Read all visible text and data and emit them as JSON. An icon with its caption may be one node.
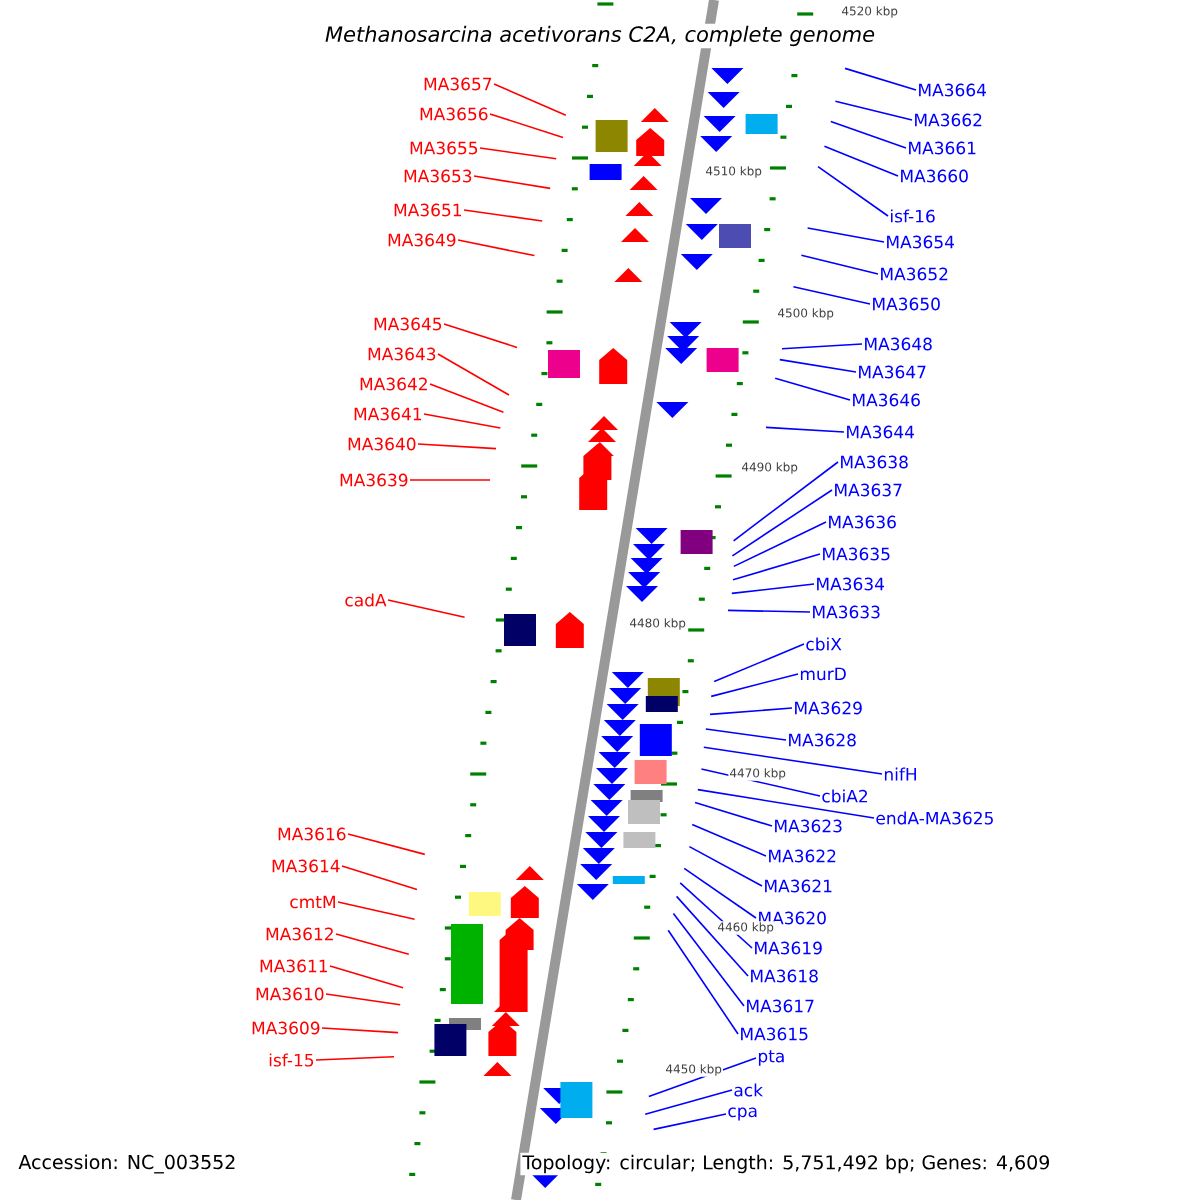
{
  "diagram": {
    "title": "Methanosarcina acetivorans C2A, complete genome",
    "nodes": [
      {
        "text": [
          "MA3657"
        ]
      },
      {
        "text": [
          "MA3656"
        ]
      },
      {
        "text": [
          "MA3655"
        ]
      },
      {
        "text": [
          "MA3653"
        ]
      },
      {
        "text": [
          "MA3651"
        ]
      },
      {
        "text": [
          "MA3649"
        ]
      },
      {
        "text": [
          "MA3645"
        ]
      },
      {
        "text": [
          "MA3643"
        ]
      },
      {
        "text": [
          "MA3642"
        ]
      },
      {
        "text": [
          "MA3641"
        ]
      },
      {
        "text": [
          "MA3640"
        ]
      },
      {
        "text": [
          "MA3639"
        ]
      },
      {
        "text": [
          "cadA"
        ]
      },
      {
        "text": [
          "MA3616"
        ]
      },
      {
        "text": [
          "MA3614"
        ]
      },
      {
        "text": [
          "cmtM"
        ]
      },
      {
        "text": [
          "MA3612"
        ]
      },
      {
        "text": [
          "MA3611"
        ]
      },
      {
        "text": [
          "MA3610"
        ]
      },
      {
        "text": [
          "MA3609"
        ]
      },
      {
        "text": [
          "isf-15"
        ]
      },
      {
        "text": [
          "MA3664"
        ]
      },
      {
        "text": [
          "MA3662"
        ]
      },
      {
        "text": [
          "MA3661"
        ]
      },
      {
        "text": [
          "MA3660"
        ]
      },
      {
        "text": [
          "isf-16"
        ]
      },
      {
        "text": [
          "MA3654"
        ]
      },
      {
        "text": [
          "MA3652"
        ]
      },
      {
        "text": [
          "MA3650"
        ]
      },
      {
        "text": [
          "MA3648"
        ]
      },
      {
        "text": [
          "MA3647"
        ]
      },
      {
        "text": [
          "MA3646"
        ]
      },
      {
        "text": [
          "MA3644"
        ]
      },
      {
        "text": [
          "MA3638"
        ]
      },
      {
        "text": [
          "MA3637"
        ]
      },
      {
        "text": [
          "MA3636"
        ]
      },
      {
        "text": [
          "MA3635"
        ]
      },
      {
        "text": [
          "MA3634"
        ]
      },
      {
        "text": [
          "MA3633"
        ]
      },
      {
        "text": [
          "cbiX"
        ]
      },
      {
        "text": [
          "murD"
        ]
      },
      {
        "text": [
          "MA3629"
        ]
      },
      {
        "text": [
          "MA3628"
        ]
      },
      {
        "text": [
          "nifH"
        ]
      },
      {
        "text": [
          "cbiA2"
        ]
      },
      {
        "text": [
          "endA-MA3625"
        ]
      },
      {
        "text": [
          "MA3623"
        ]
      },
      {
        "text": [
          "MA3622"
        ]
      },
      {
        "text": [
          "MA3621"
        ]
      },
      {
        "text": [
          "MA3620"
        ]
      },
      {
        "text": [
          "MA3619"
        ]
      },
      {
        "text": [
          "MA3618"
        ]
      },
      {
        "text": [
          "MA3617"
        ]
      },
      {
        "text": [
          "MA3615"
        ]
      },
      {
        "text": [
          "pta"
        ]
      },
      {
        "text": [
          "ack"
        ]
      },
      {
        "text": [
          "cpa"
        ]
      }
    ],
    "edges": [
      {
        "from": 0,
        "to": null,
        "arrow": "none",
        "color": "#ff0000"
      },
      {
        "from": 1,
        "to": null,
        "arrow": "none",
        "color": "#ff0000"
      },
      {
        "from": 2,
        "to": null,
        "arrow": "none",
        "color": "#ff0000"
      },
      {
        "from": 3,
        "to": null,
        "arrow": "none",
        "color": "#ff0000"
      },
      {
        "from": 4,
        "to": null,
        "arrow": "none",
        "color": "#ff0000"
      },
      {
        "from": 5,
        "to": null,
        "arrow": "none",
        "color": "#ff0000"
      },
      {
        "from": 6,
        "to": null,
        "arrow": "none",
        "color": "#ff0000"
      },
      {
        "from": 7,
        "to": null,
        "arrow": "none",
        "color": "#ff0000"
      },
      {
        "from": 8,
        "to": null,
        "arrow": "none",
        "color": "#ff0000"
      },
      {
        "from": 9,
        "to": null,
        "arrow": "none",
        "color": "#ff0000"
      },
      {
        "from": 10,
        "to": null,
        "arrow": "none",
        "color": "#ff0000"
      },
      {
        "from": 11,
        "to": null,
        "arrow": "none",
        "color": "#ff0000"
      },
      {
        "from": 12,
        "to": null,
        "arrow": "none",
        "color": "#ff0000"
      },
      {
        "from": 13,
        "to": null,
        "arrow": "none",
        "color": "#ff0000"
      },
      {
        "from": 14,
        "to": null,
        "arrow": "none",
        "color": "#ff0000"
      },
      {
        "from": 15,
        "to": null,
        "arrow": "none",
        "color": "#ff0000"
      },
      {
        "from": 16,
        "to": null,
        "arrow": "none",
        "color": "#ff0000"
      },
      {
        "from": 17,
        "to": null,
        "arrow": "none",
        "color": "#ff0000"
      },
      {
        "from": 18,
        "to": null,
        "arrow": "none",
        "color": "#ff0000"
      },
      {
        "from": 19,
        "to": null,
        "arrow": "none",
        "color": "#ff0000"
      },
      {
        "from": 20,
        "to": null,
        "arrow": "none",
        "color": "#ff0000"
      },
      {
        "from": 21,
        "to": null,
        "arrow": "none"
      },
      {
        "from": 22,
        "to": null,
        "arrow": "none"
      },
      {
        "from": 23,
        "to": null,
        "arrow": "none"
      },
      {
        "from": 24,
        "to": null,
        "arrow": "none"
      },
      {
        "from": 25,
        "to": null,
        "arrow": "none"
      },
      {
        "from": 26,
        "to": null,
        "arrow": "none"
      },
      {
        "from": 27,
        "to": null,
        "arrow": "none"
      },
      {
        "from": 28,
        "to": null,
        "arrow": "none"
      },
      {
        "from": 29,
        "to": null,
        "arrow": "none"
      },
      {
        "from": 30,
        "to": null,
        "arrow": "none"
      },
      {
        "from": 31,
        "to": null,
        "arrow": "none"
      },
      {
        "from": 32,
        "to": null,
        "arrow": "none"
      },
      {
        "from": 33,
        "to": null,
        "arrow": "none"
      },
      {
        "from": 34,
        "to": null,
        "arrow": "none"
      },
      {
        "from": 35,
        "to": null,
        "arrow": "none"
      },
      {
        "from": 36,
        "to": null,
        "arrow": "none"
      },
      {
        "from": 37,
        "to": null,
        "arrow": "none"
      },
      {
        "from": 38,
        "to": null,
        "arrow": "none"
      },
      {
        "from": 39,
        "to": null,
        "arrow": "none"
      },
      {
        "from": 40,
        "to": null,
        "arrow": "none"
      },
      {
        "from": 41,
        "to": null,
        "arrow": "none"
      },
      {
        "from": 42,
        "to": null,
        "arrow": "none"
      },
      {
        "from": 43,
        "to": null,
        "arrow": "none"
      },
      {
        "from": 44,
        "to": null,
        "arrow": "none"
      },
      {
        "from": 45,
        "to": null,
        "arrow": "none"
      },
      {
        "from": 46,
        "to": null,
        "arrow": "none"
      },
      {
        "from": 47,
        "to": null,
        "arrow": "none"
      },
      {
        "from": 48,
        "to": null,
        "arrow": "none"
      },
      {
        "from": 49,
        "to": null,
        "arrow": "none"
      },
      {
        "from": 50,
        "to": null,
        "arrow": "none"
      },
      {
        "from": 51,
        "to": null,
        "arrow": "none"
      },
      {
        "from": 52,
        "to": null,
        "arrow": "none"
      },
      {
        "from": 53,
        "to": null,
        "arrow": "none"
      },
      {
        "from": 54,
        "to": null,
        "arrow": "none"
      },
      {
        "from": 55,
        "to": null,
        "arrow": "none"
      },
      {
        "from": 56,
        "to": null,
        "arrow": "none"
      }
    ],
    "labels": [
      "4520 kbp",
      "4510 kbp",
      "4500 kbp",
      "4490 kbp",
      "4480 kbp",
      "4470 kbp",
      "4460 kbp",
      "4450 kbp",
      "Accession: NC_003552",
      "Topology: circular; Length: 5,751,492 bp; Genes: 4,609"
    ]
  }
}
